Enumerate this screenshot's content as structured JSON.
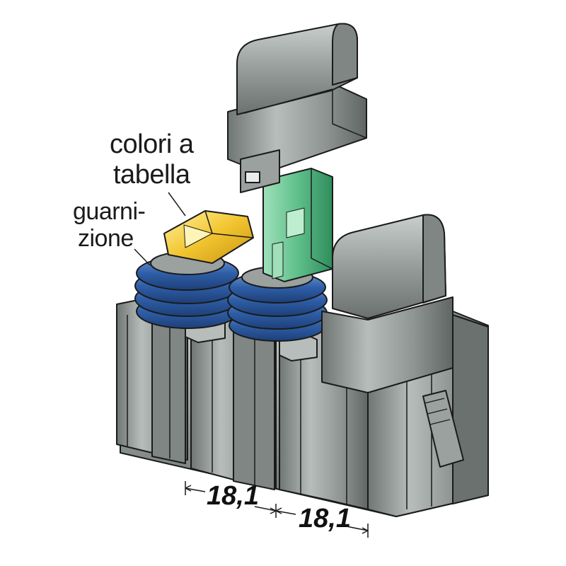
{
  "labels": {
    "colori_line1": "colori a",
    "colori_line2": "tabella",
    "guarni_line1": "guarni-",
    "guarni_line2": "zione"
  },
  "dimensions": {
    "left": "18,1",
    "right": "18,1"
  },
  "colors": {
    "housing": "#8e9593",
    "housing_dark": "#5f6664",
    "housing_light": "#c5cbc9",
    "seal_blue": "#2f5fa8",
    "fuse_yellow": "#f2c530",
    "fuse_green": "#5fbf8a",
    "outline": "#1b1b1b"
  }
}
